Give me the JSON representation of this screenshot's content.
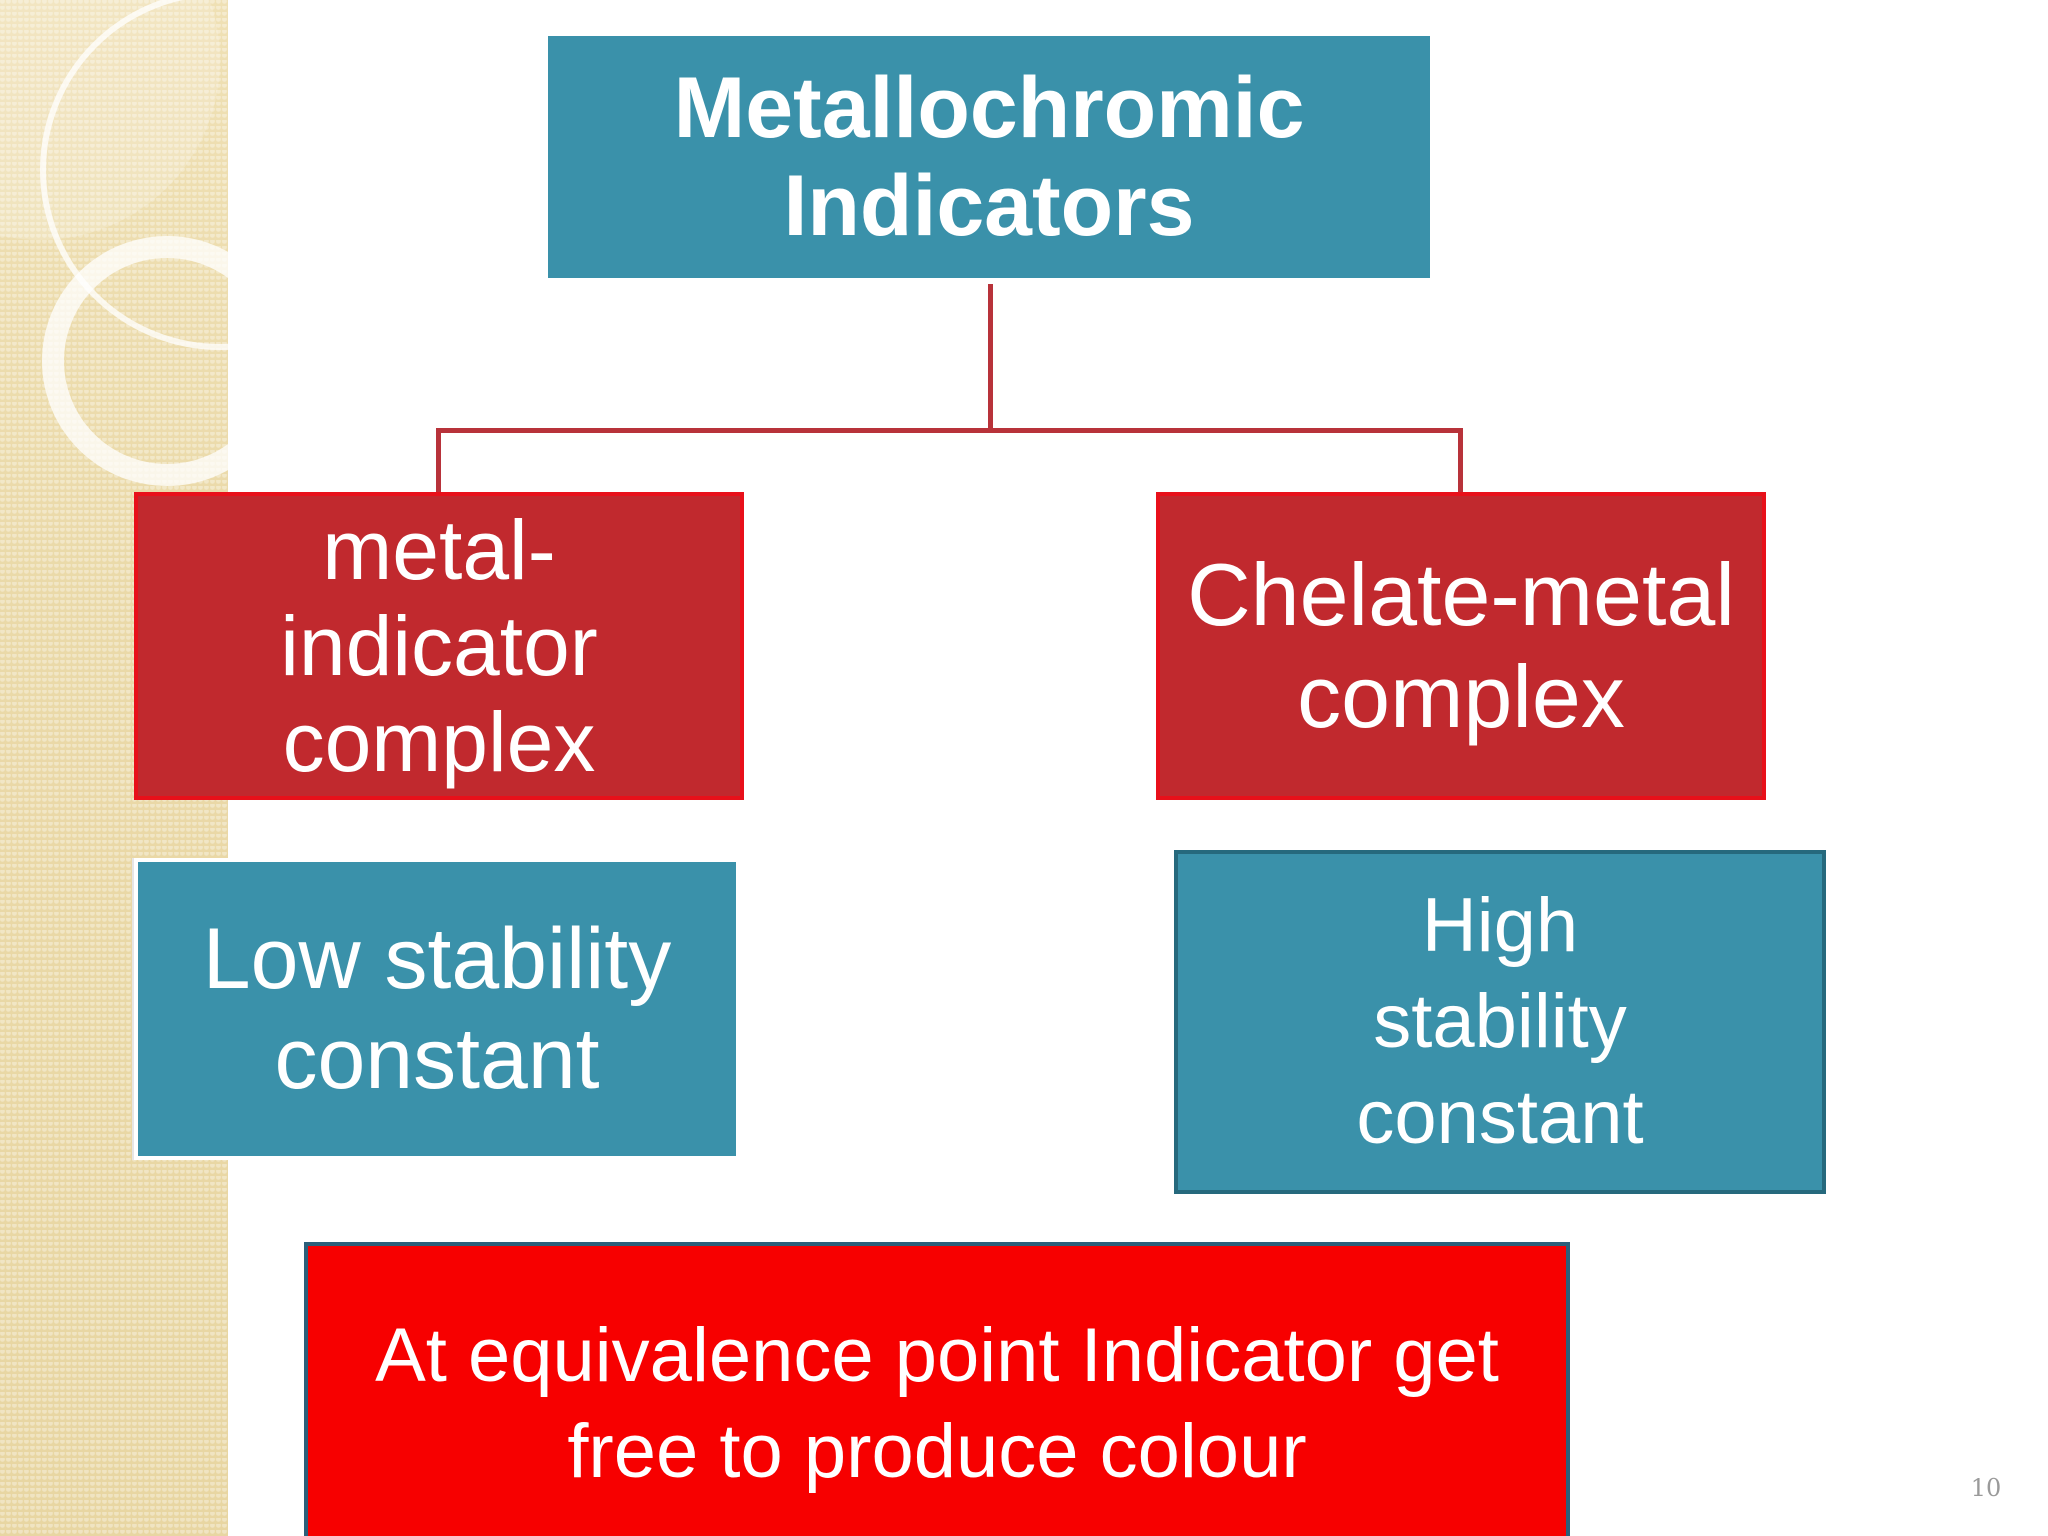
{
  "title": {
    "line1": "Metallochromic",
    "line2": "Indicators"
  },
  "left_red": {
    "line1": "metal-",
    "line2": "indicator",
    "line3": "complex"
  },
  "right_red": {
    "line1": "Chelate-metal",
    "line2": "complex"
  },
  "left_teal": {
    "line1": "Low stability",
    "line2": "constant"
  },
  "right_teal": {
    "line1": "High",
    "line2": "stability",
    "line3": "constant"
  },
  "bottom_red": {
    "line1": "At equivalence point Indicator get",
    "line2": "free to produce colour"
  },
  "page_number": "10",
  "colors": {
    "teal": "#3a91aa",
    "dark_red": "#c1292e",
    "bright_red": "#f70000",
    "connector": "#b8323a"
  }
}
